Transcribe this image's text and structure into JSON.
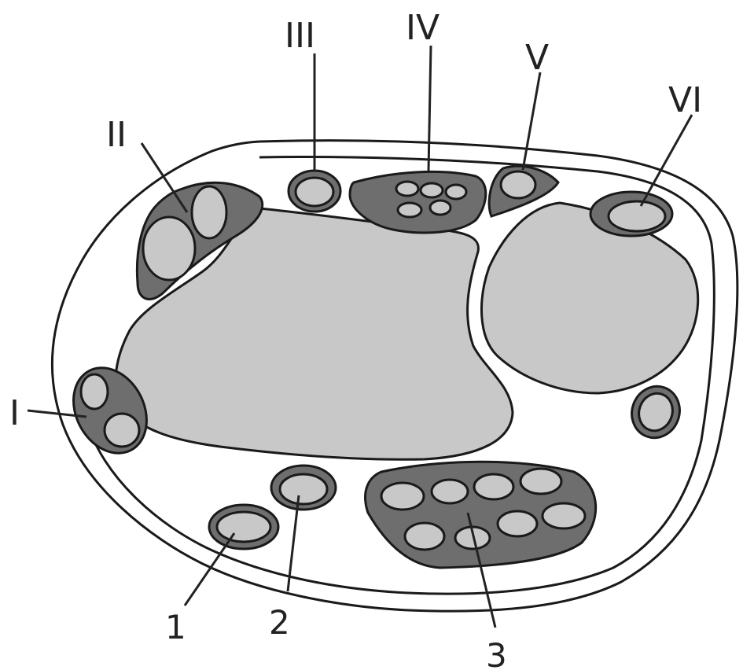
{
  "labels": {
    "roman": [
      "I",
      "II",
      "III",
      "IV",
      "V",
      "VI"
    ],
    "numeric": [
      "1",
      "2",
      "3"
    ]
  },
  "colors": {
    "bone": "#c8c8c8",
    "sheath": "#6e6e6e",
    "tendon": "#c8c8c8",
    "outline": "#1a1a1a",
    "background": "#ffffff"
  }
}
